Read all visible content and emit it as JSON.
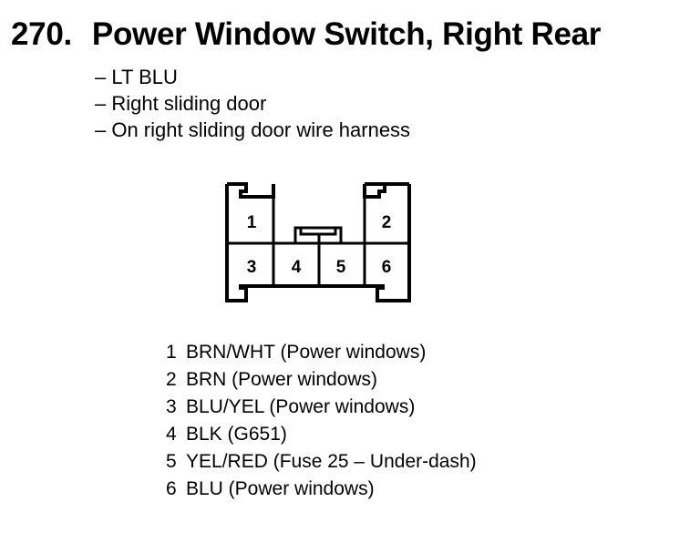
{
  "title": {
    "number": "270.",
    "text": "Power Window Switch, Right Rear"
  },
  "description": [
    "– LT BLU",
    "– Right sliding door",
    "– On right sliding door wire harness"
  ],
  "connector": {
    "cavities": [
      "1",
      "2",
      "3",
      "4",
      "5",
      "6"
    ]
  },
  "pins": [
    {
      "num": "1",
      "text": "BRN/WHT (Power windows)"
    },
    {
      "num": "2",
      "text": "BRN (Power windows)"
    },
    {
      "num": "3",
      "text": "BLU/YEL (Power windows)"
    },
    {
      "num": "4",
      "text": "BLK (G651)"
    },
    {
      "num": "5",
      "text": "YEL/RED (Fuse 25 – Under-dash)"
    },
    {
      "num": "6",
      "text": "BLU (Power windows)"
    }
  ]
}
